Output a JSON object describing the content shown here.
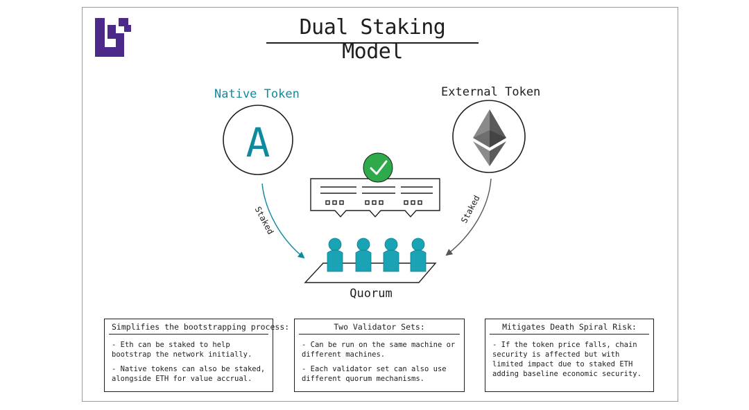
{
  "title": "Dual Staking Model",
  "tokens": {
    "native_label": "Native Token",
    "native_symbol": "A",
    "external_label": "External Token"
  },
  "arrows": {
    "left_label": "Staked",
    "right_label": "Staked"
  },
  "quorum_label": "Quorum",
  "icons": {
    "logo": "brand-logo-icon",
    "eth": "ethereum-icon",
    "check": "checkmark-icon",
    "validators": "validator-person-icon",
    "message": "message-bubbles-icon"
  },
  "colors": {
    "native": "#0e8a9f",
    "validators": "#1aa3b5",
    "check": "#2eaa4a",
    "logo": "#4b2a8a"
  },
  "boxes": [
    {
      "heading": "Simplifies the bootstrapping process:",
      "points": [
        "- Eth can be staked to help bootstrap the network initially.",
        "- Native tokens can also be staked, alongside ETH for value accrual."
      ]
    },
    {
      "heading": "Two Validator Sets:",
      "points": [
        "- Can be run on the same machine or different machines.",
        "- Each validator set can also use different quorum mechanisms."
      ]
    },
    {
      "heading": "Mitigates Death Spiral Risk:",
      "points": [
        "- If the token price falls, chain security is affected but with limited impact due to staked ETH adding baseline economic security."
      ]
    }
  ]
}
